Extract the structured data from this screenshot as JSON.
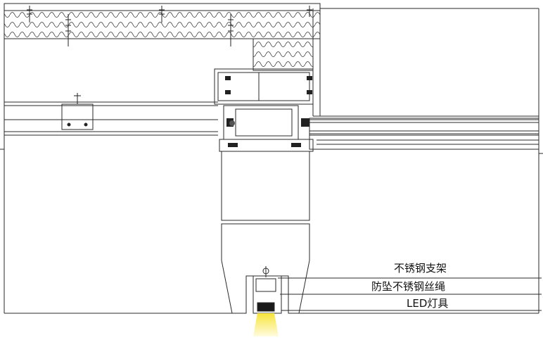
{
  "callouts": [
    {
      "id": "bracket",
      "text": "不锈钢支架"
    },
    {
      "id": "rope",
      "text": "防坠不锈钢丝绳"
    },
    {
      "id": "led",
      "text": "LED灯具"
    }
  ],
  "colors": {
    "line": "#2a2a2a",
    "fill_dark": "#1a1a1a",
    "light": "#f5e64a",
    "light_core": "#fff7a8"
  }
}
